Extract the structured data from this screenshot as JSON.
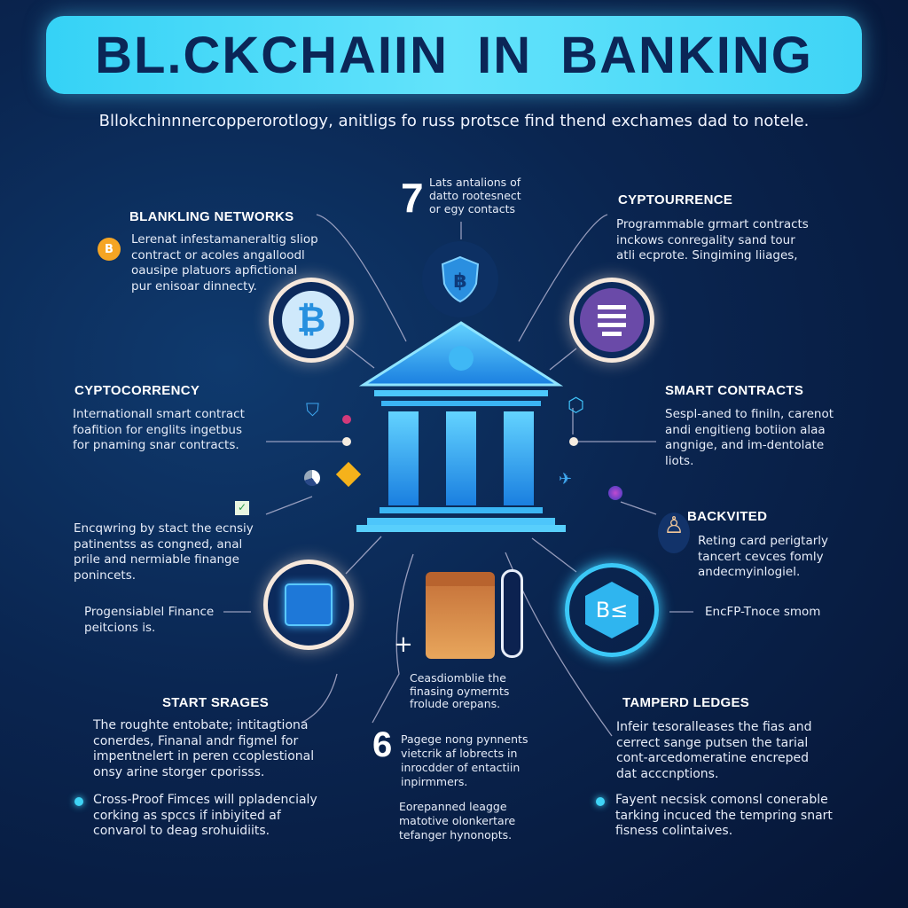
{
  "title": "BL.CKCHAIIN IN BANKING",
  "subtitle": "Bllokchinnnercopperorotlogy, anitligs fo russ protsce find thend exchames dad to notele.",
  "top_note": {
    "number": "7",
    "text": "Lats antalions of\ndatto rootesnect\nor egy contacts"
  },
  "blankling": {
    "heading": "BLANKLING NETWORKS",
    "text": "Lerenat infestamaneraltig sliop\ncontract or acoles angalloodl\noausipe platuors apfictional\npur enisoar dinnecty."
  },
  "cyptourrence": {
    "heading": "CYPTOURRENCE",
    "text": "Programmable grmart contracts\ninckows conregality sand tour\natli ecprote. Singiming liiages,"
  },
  "cyptocorrency": {
    "heading": "CYPTOCORRENCY",
    "text": "Internationall smart contract\nfoafition for englits ingetbus\nfor pnaming snar contracts."
  },
  "smart_contracts": {
    "heading": "SMART CONTRACTS",
    "text": "Sespl-aned to finiln, carenot\nandi engitieng botiion alaa\nangnige, and im-dentolate\nliots."
  },
  "encrypting": {
    "text": "Encqwring by stact the ecnsiy\npatinentss as congned, anal\nprile and nermiable finange\nponincets."
  },
  "finance": {
    "text": "Progensiablel Finance\npeitcions is."
  },
  "backvited": {
    "heading": "BACKVITED",
    "text": "Reting card perigtarly\ntancert cevces fomly\nandecmyinlogiel."
  },
  "encfp": {
    "text": "EncFP-Tnoce smom"
  },
  "consolidate": {
    "text": "Ceasdiomblie the\nfinasing oymernts\nfrolude orepans."
  },
  "start_srages": {
    "heading": "START SRAGES",
    "text": "The roughte entobate; intitagtiona\nconerdes, Finanal andr figmel for\nimpentnelert in peren ccoplestional\nonsy arine storger cporisss.",
    "bullet": "Cross-Proof Fimces will ppladencialy\ncorking as spccs if inbiyited af\nconvarol to deag srohuidiits."
  },
  "payments": {
    "number": "6",
    "text": "Pagege nong pynnents\nvietcrik af lobrects in\ninrocdder of entactiin\ninpirmmers.",
    "extra": "Eorepanned leagge\nmatotive olonkertare\ntefanger hynonopts."
  },
  "tampered": {
    "heading": "TAMPERD LEDGES",
    "text": "Infeir tesoralleases the fias and\ncerrect sange putsen the tarial\ncont-arcedomeratine encreped\ndat acccnptions.",
    "bullet": "Fayent necsisk comonsl conerable\ntarking incuced the tempring snart\nfisness colintaives."
  },
  "colors": {
    "accent": "#3fd4f6",
    "title_text": "#0b2657",
    "bg": "#0a2550"
  }
}
